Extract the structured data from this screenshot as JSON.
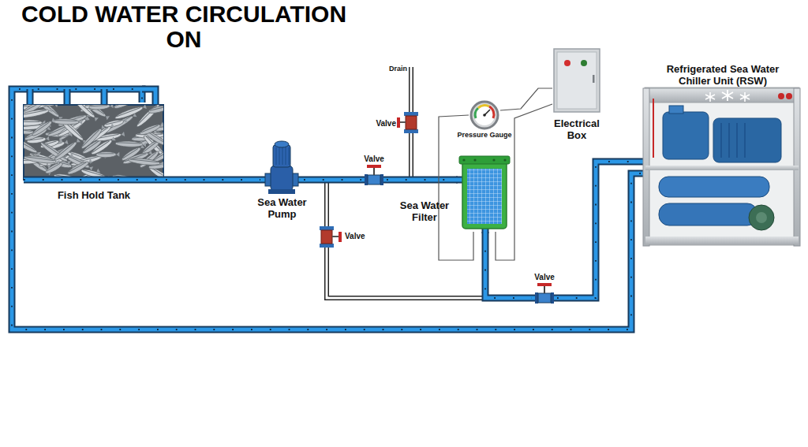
{
  "diagram": {
    "title": "COLD WATER CIRCULATION ON",
    "nodes": [
      {
        "text": [
          "Fish Hold Tank"
        ]
      },
      {
        "text": [
          "Sea Water Pump"
        ]
      },
      {
        "text": [
          "Valve"
        ]
      },
      {
        "text": [
          "Valve"
        ]
      },
      {
        "text": [
          "Valve"
        ]
      },
      {
        "text": [
          "Pressure Gauge"
        ]
      },
      {
        "text": [
          "Electrical Box"
        ]
      },
      {
        "text": [
          "Sea Water Filter"
        ]
      },
      {
        "text": [
          "Valve"
        ]
      },
      {
        "text": [
          "Refrigerated Sea Water Chiller Unit (RSW)"
        ]
      }
    ],
    "edges": [
      {
        "from": 0,
        "to": 1,
        "arrow": "none"
      },
      {
        "from": 1,
        "to": 3,
        "arrow": "none"
      },
      {
        "from": 3,
        "to": 7,
        "arrow": "none"
      },
      {
        "from": 3,
        "to": 2,
        "arrow": "none"
      },
      {
        "from": 1,
        "to": 4,
        "arrow": "none"
      },
      {
        "from": 4,
        "to": 8,
        "arrow": "none"
      },
      {
        "from": 7,
        "to": 8,
        "arrow": "none"
      },
      {
        "from": 8,
        "to": 9,
        "arrow": "none"
      },
      {
        "from": 9,
        "to": 0,
        "arrow": "none"
      },
      {
        "from": 5,
        "to": 6,
        "arrow": "none"
      },
      {
        "from": 5,
        "to": 7,
        "arrow": "none"
      },
      {
        "from": 6,
        "to": 7,
        "arrow": "none"
      }
    ],
    "labels": [
      "Drain"
    ]
  }
}
